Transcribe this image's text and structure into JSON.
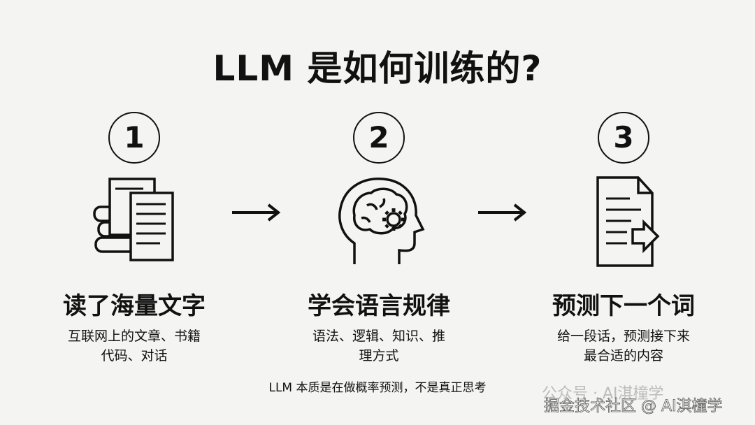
{
  "title": "LLM 是如何训练的?",
  "steps": [
    {
      "number": "1",
      "icon": "books-documents-icon",
      "heading": "读了海量文字",
      "lines": [
        "互联网上的文章、书籍",
        "代码、对话"
      ]
    },
    {
      "number": "2",
      "icon": "brain-gear-head-icon",
      "heading": "学会语言规律",
      "lines": [
        "语法、逻辑、知识、推",
        "理方式"
      ]
    },
    {
      "number": "3",
      "icon": "document-arrow-icon",
      "heading": "预测下一个词",
      "lines": [
        "给一段话，预测接下来",
        "最合适的内容"
      ]
    }
  ],
  "footer": "LLM 本质是在做概率预测，不是真正思考",
  "watermark": {
    "line1": "公众号 · AI淇橦学",
    "line2": "掘金技术社区 @ AI淇橦学"
  }
}
